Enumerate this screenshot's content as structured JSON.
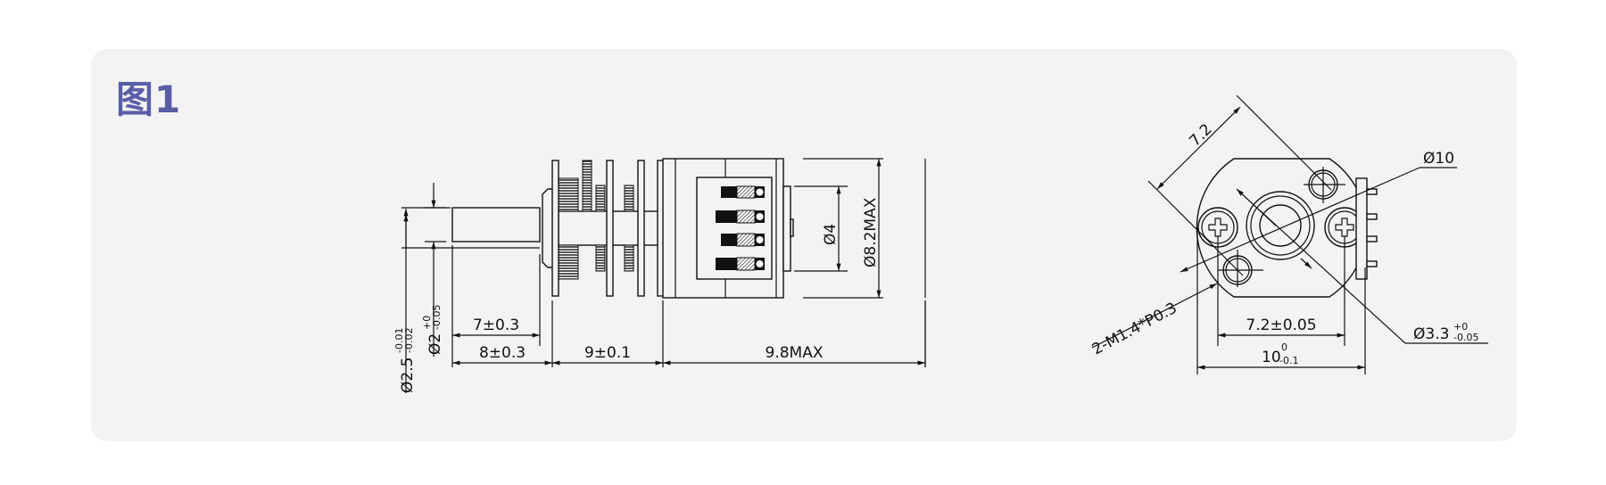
{
  "figure": {
    "title": "图1"
  },
  "side_view": {
    "dims": {
      "shaft_len": "7±0.3",
      "output_len": "8±0.3",
      "gearbox_len": "9±0.1",
      "motor_len": "9.8MAX",
      "shaft_dia": "Ø2",
      "shaft_dia_tol_upper": "+0",
      "shaft_dia_tol_lower": "-0.05",
      "boss_dia": "Ø2.5",
      "boss_dia_tol_upper": "-0.01",
      "boss_dia_tol_lower": "-0.02",
      "end_dia": "Ø4",
      "body_dia": "Ø8.2MAX"
    }
  },
  "end_view": {
    "dims": {
      "hole_spacing_diag": "7.2",
      "body_dia": "Ø10",
      "screw_spacing": "7.2±0.05",
      "width": "10",
      "width_tol_upper": "0",
      "width_tol_lower": "-0.1",
      "thread": "2-M1.4*P0.3",
      "center_dia": "Ø3.3",
      "center_dia_tol_upper": "+0",
      "center_dia_tol_lower": "-0.05"
    }
  }
}
